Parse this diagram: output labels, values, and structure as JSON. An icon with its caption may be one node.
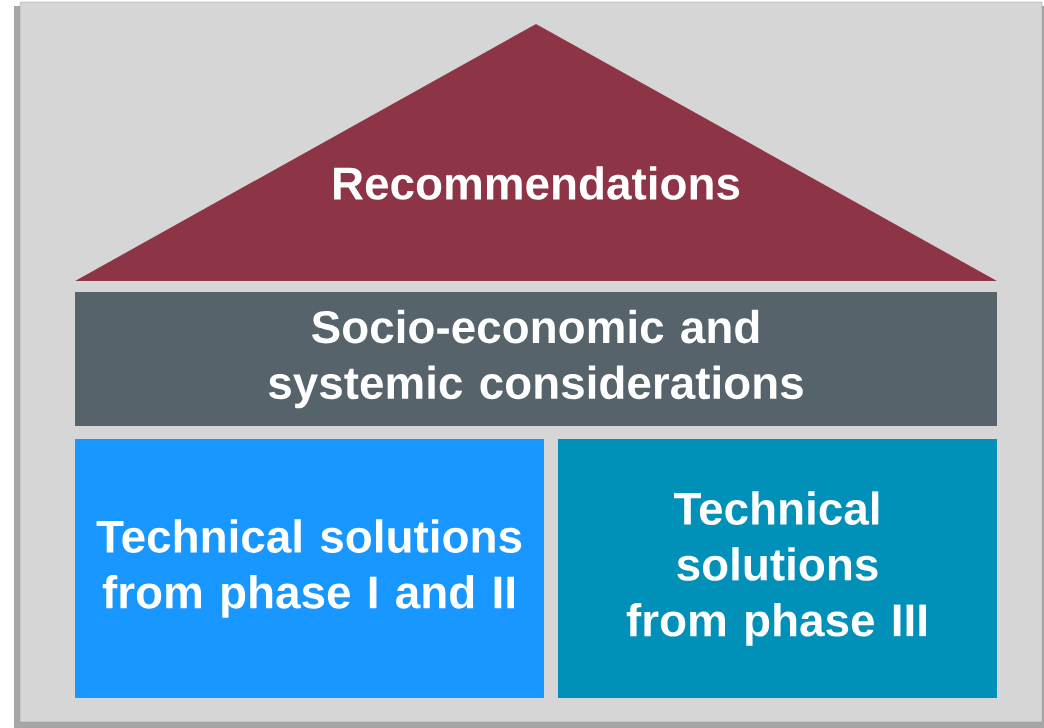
{
  "diagram": {
    "nodes": [
      {
        "text": [
          "Recommendations"
        ]
      },
      {
        "text": [
          "Socio-economic and systemic considerations"
        ]
      },
      {
        "text": [
          "Technical solutions from phase I and II"
        ]
      },
      {
        "text": [
          "Technical solutions from phase III"
        ]
      }
    ]
  }
}
